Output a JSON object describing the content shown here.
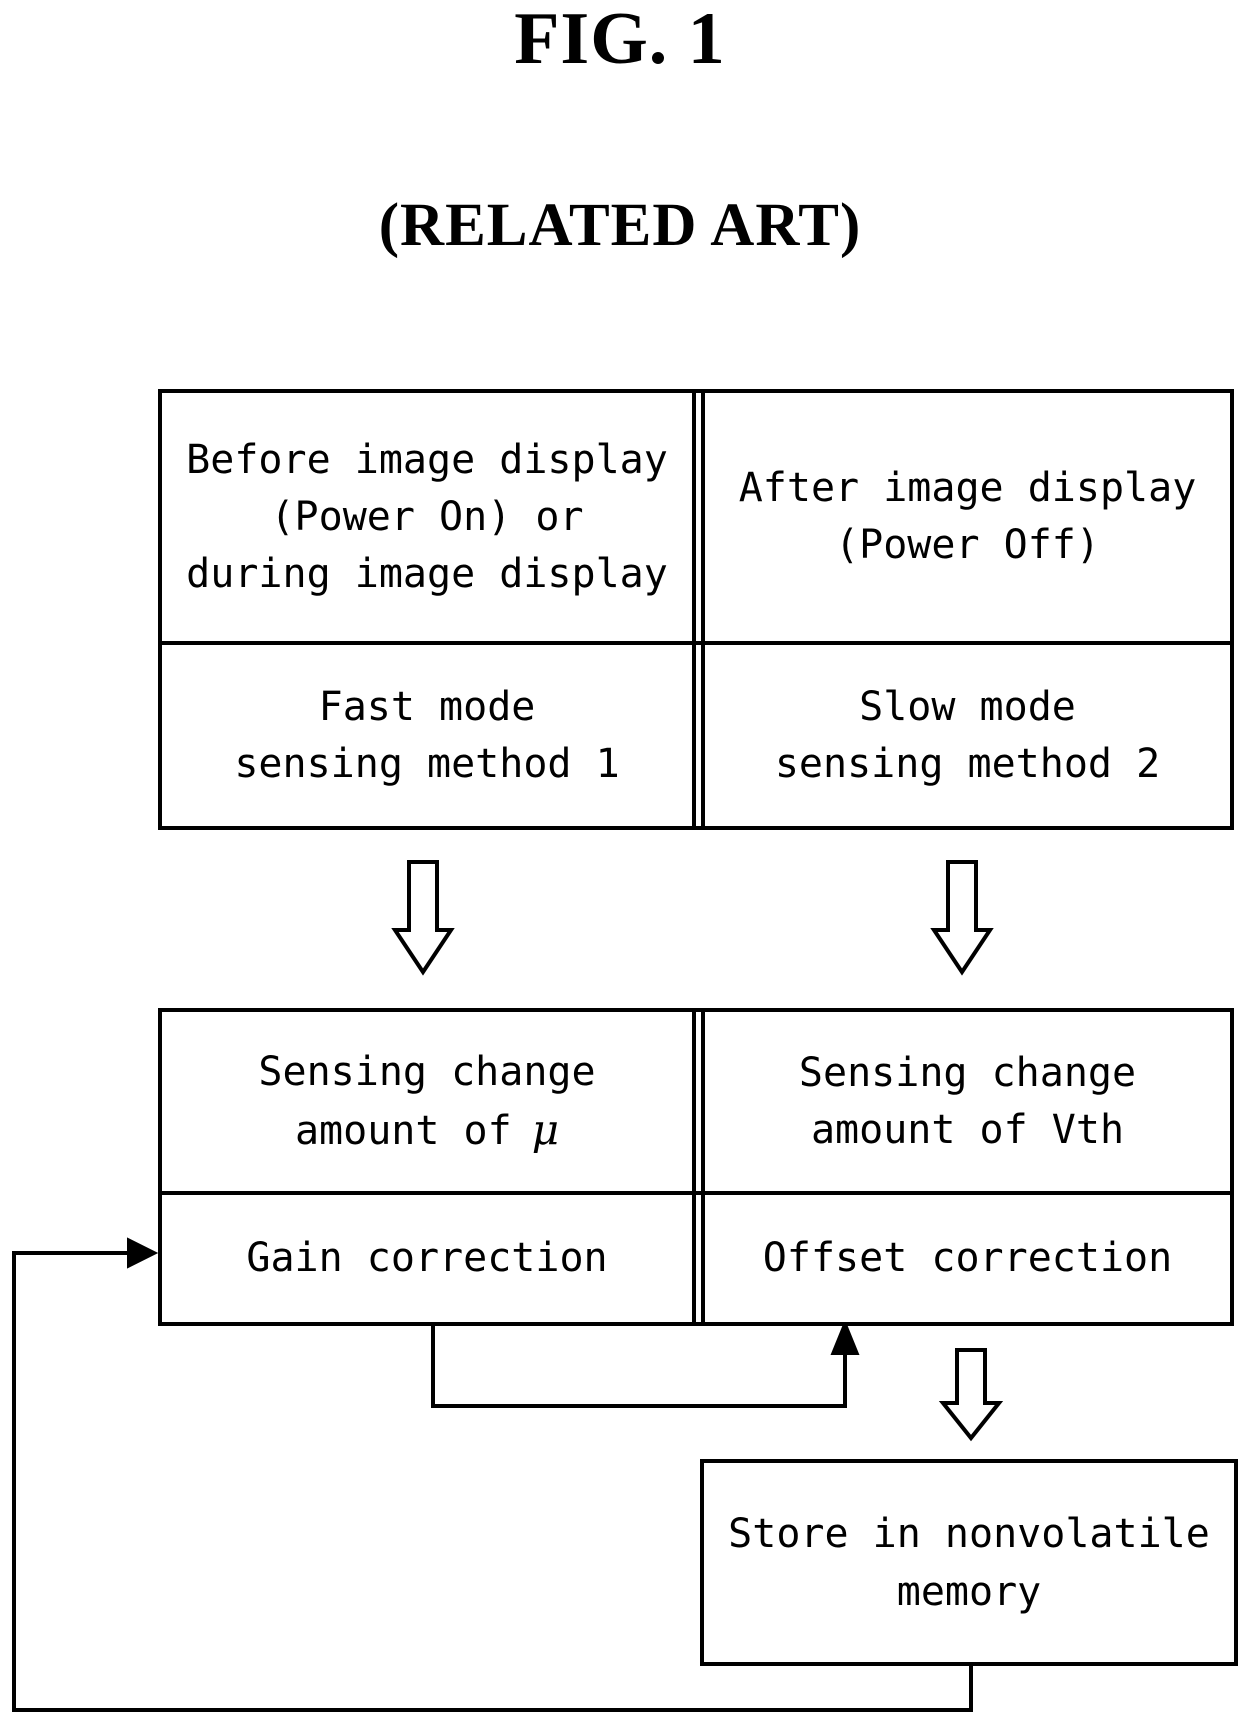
{
  "figure": {
    "title": "FIG. 1",
    "subtitle": "(RELATED ART)"
  },
  "mode_table": {
    "left_column": {
      "header_lines": [
        "Before image display",
        "(Power On) or",
        "during image display"
      ],
      "body_lines": [
        "Fast mode",
        "sensing method 1"
      ]
    },
    "right_column": {
      "header_lines": [
        "After image display",
        "(Power Off)"
      ],
      "body_lines": [
        "Slow mode",
        "sensing method 2"
      ]
    }
  },
  "correction_table": {
    "left_column": {
      "header_line1": "Sensing change",
      "header_line2_prefix": "amount of",
      "header_line2_symbol": "μ",
      "body": "Gain correction"
    },
    "right_column": {
      "header_lines": [
        "Sensing change",
        "amount of Vth"
      ],
      "body": "Offset correction"
    }
  },
  "store_box": {
    "lines": [
      "Store in nonvolatile",
      "memory"
    ]
  },
  "icons": {
    "block_arrow_left": "down-block-arrow",
    "block_arrow_right": "down-block-arrow",
    "block_arrow_store": "down-block-arrow",
    "gain_to_offset_connector": "up-arrow-connector",
    "store_to_gain_connector": "right-arrow-feedback-connector"
  },
  "colors": {
    "line": "#000000",
    "background": "#ffffff"
  }
}
